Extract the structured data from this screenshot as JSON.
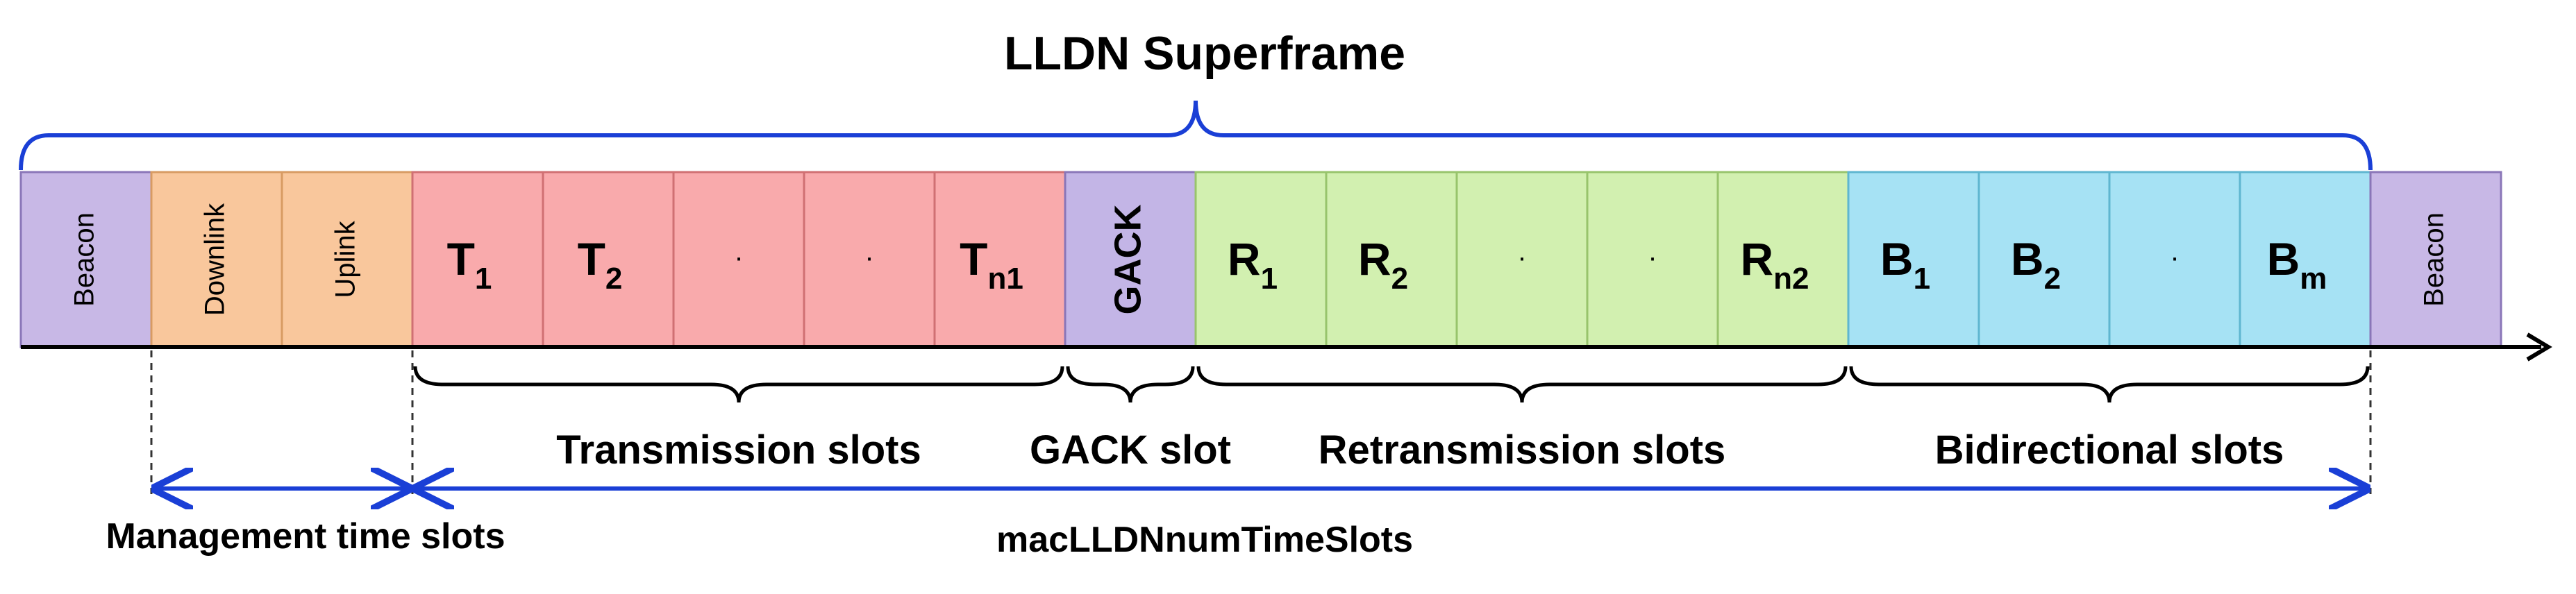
{
  "title": "LLDN Superframe",
  "colors": {
    "beacon": "#c8b8e6",
    "beacon_stroke": "#8a76b8",
    "management": "#f9c79c",
    "management_stroke": "#d89b63",
    "transmission": "#f9aaac",
    "transmission_stroke": "#d07073",
    "gack": "#c3b5e6",
    "retransmission": "#d2f0b0",
    "retransmission_stroke": "#98c46c",
    "bidirectional": "#a6e2f4",
    "bidirectional_stroke": "#5fb6d0",
    "arrow": "#1a3fd6",
    "brace_top": "#1a3fd6",
    "brace_bottom": "#000000"
  },
  "slots": [
    {
      "kind": "beacon",
      "label": "Beacon",
      "orient": "vertical"
    },
    {
      "kind": "management",
      "label": "Downlink",
      "orient": "vertical"
    },
    {
      "kind": "management",
      "label": "Uplink",
      "orient": "vertical"
    },
    {
      "kind": "transmission",
      "label": "T",
      "sub": "1"
    },
    {
      "kind": "transmission",
      "label": "T",
      "sub": "2"
    },
    {
      "kind": "transmission",
      "label": "·"
    },
    {
      "kind": "transmission",
      "label": "·"
    },
    {
      "kind": "transmission",
      "label": "T",
      "sub": "n1"
    },
    {
      "kind": "gack",
      "label": "GACK",
      "orient": "vertical"
    },
    {
      "kind": "retransmission",
      "label": "R",
      "sub": "1"
    },
    {
      "kind": "retransmission",
      "label": "R",
      "sub": "2"
    },
    {
      "kind": "retransmission",
      "label": "·"
    },
    {
      "kind": "retransmission",
      "label": "·"
    },
    {
      "kind": "retransmission",
      "label": "R",
      "sub": "n2"
    },
    {
      "kind": "bidirectional",
      "label": "B",
      "sub": "1"
    },
    {
      "kind": "bidirectional",
      "label": "B",
      "sub": "2"
    },
    {
      "kind": "bidirectional",
      "label": "·"
    },
    {
      "kind": "bidirectional",
      "label": "B",
      "sub": "m"
    },
    {
      "kind": "beacon",
      "label": "Beacon",
      "orient": "vertical"
    }
  ],
  "groups": [
    {
      "label": "Transmission slots",
      "from": 3,
      "to": 7
    },
    {
      "label": "GACK slot",
      "from": 8,
      "to": 8
    },
    {
      "label": "Retransmission slots",
      "from": 9,
      "to": 13
    },
    {
      "label": "Bidirectional slots",
      "from": 14,
      "to": 17
    }
  ],
  "spans": [
    {
      "label": "Management time slots",
      "from": 1,
      "to": 2
    },
    {
      "label": "macLLDNnumTimeSlots",
      "from": 3,
      "to": 17
    }
  ]
}
